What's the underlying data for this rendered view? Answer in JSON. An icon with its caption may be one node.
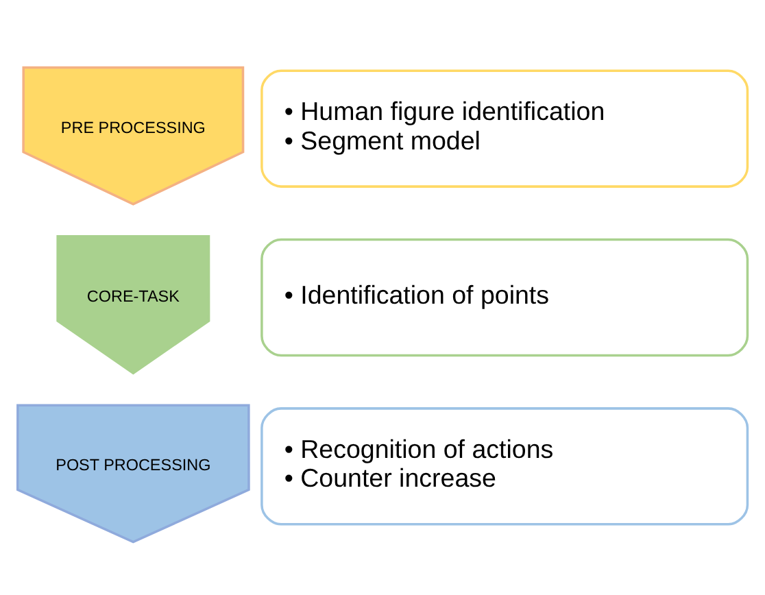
{
  "diagram": {
    "nodes": [
      {
        "text": [
          "PRE PROCESSING"
        ]
      },
      {
        "text": [
          "• Human figure identification",
          "• Segment model"
        ]
      },
      {
        "text": [
          "CORE-TASK"
        ]
      },
      {
        "text": [
          "• Identification of points"
        ]
      },
      {
        "text": [
          "POST PROCESSING"
        ]
      },
      {
        "text": [
          "• Recognition of actions",
          "• Counter increase"
        ]
      }
    ],
    "edges": []
  }
}
